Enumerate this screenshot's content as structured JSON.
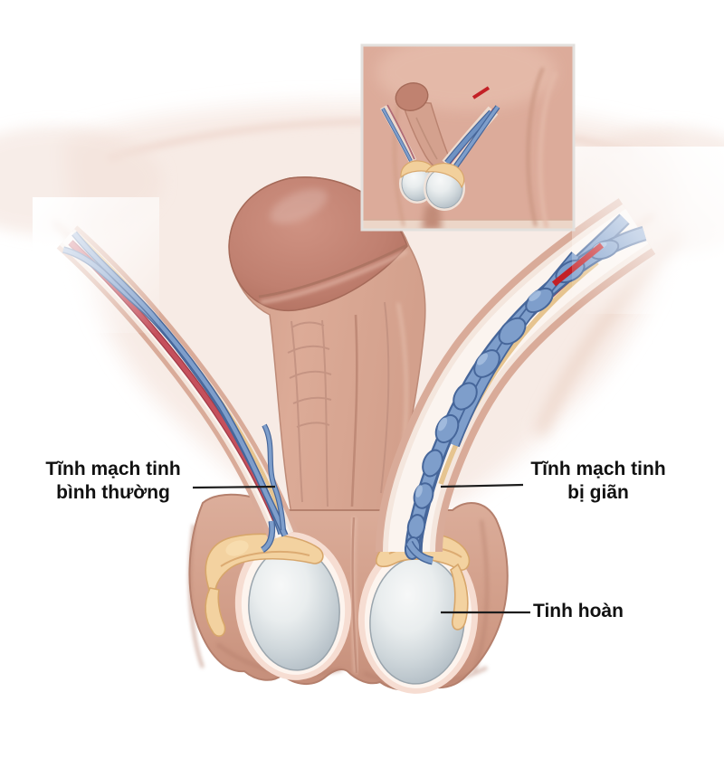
{
  "illustration": {
    "kind": "medical-anatomy-diagram",
    "labels": {
      "normal_vein_line1": "Tĩnh mạch tinh",
      "normal_vein_line2": "bình thường",
      "dilated_vein_line1": "Tĩnh mạch tinh",
      "dilated_vein_line2": "bị giãn",
      "testicle": "Tinh hoàn"
    },
    "colors": {
      "background": "#ffffff",
      "skin": "#d8a796",
      "skin_dark": "#b9826f",
      "vein_blue": "#7e9ecb",
      "vein_outline": "#46669a",
      "vein_highlight": "#a9c2e2",
      "artery_red": "#c5505c",
      "vas_deferens_yellow": "#e6c48f",
      "marker_red": "#c32026",
      "testicle_gray": "#c0cad1",
      "epididymis_cream": "#f3d2a0",
      "label_text": "#111111",
      "leader_line": "#1c1c1c",
      "inset_border": "#e3e0dd"
    }
  }
}
